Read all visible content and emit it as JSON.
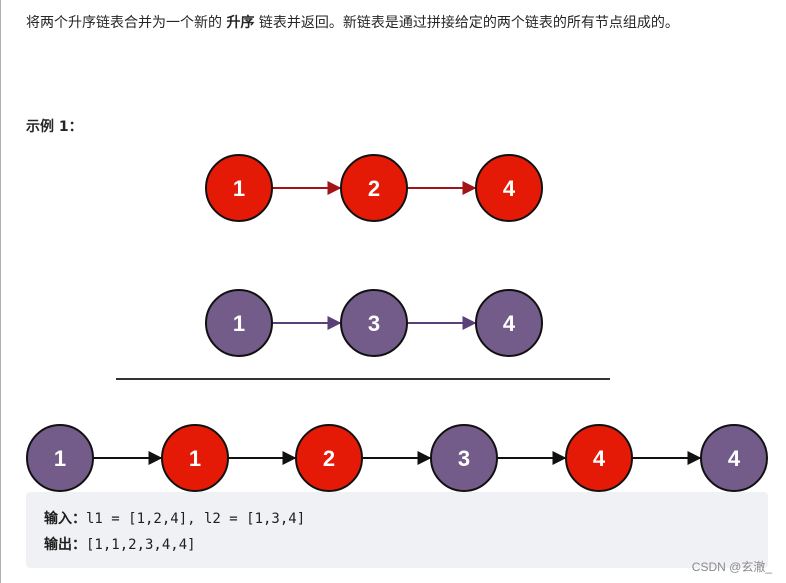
{
  "description": {
    "before": "将两个升序链表合并为一个新的 ",
    "bold": "升序",
    "after": " 链表并返回。新链表是通过拼接给定的两个链表的所有节点组成的。"
  },
  "example_title": "示例 1：",
  "diagram": {
    "colors": {
      "red": "#e41a07",
      "purple": "#735b8a",
      "red_arrow": "#a31419",
      "purple_arrow": "#5b3f78",
      "black": "#111111"
    },
    "list1": [
      "1",
      "2",
      "4"
    ],
    "list2": [
      "1",
      "3",
      "4"
    ],
    "merged": [
      {
        "value": "1",
        "color": "purple"
      },
      {
        "value": "1",
        "color": "red"
      },
      {
        "value": "2",
        "color": "red"
      },
      {
        "value": "3",
        "color": "purple"
      },
      {
        "value": "4",
        "color": "red"
      },
      {
        "value": "4",
        "color": "purple"
      }
    ]
  },
  "code": {
    "input_label": "输入：",
    "input_value": "l1 = [1,2,4], l2 = [1,3,4]",
    "output_label": "输出：",
    "output_value": "[1,1,2,3,4,4]"
  },
  "watermark": "CSDN @玄澈_"
}
